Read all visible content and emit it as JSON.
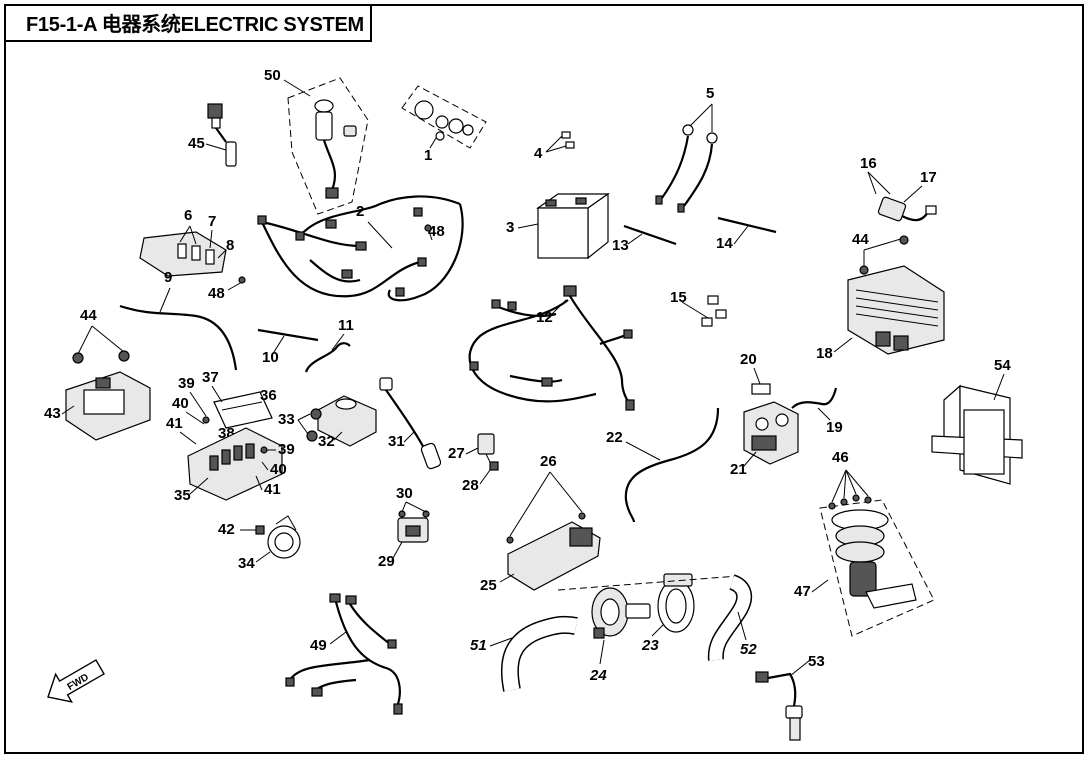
{
  "title": "F15-1-A 电器系统ELECTRIC SYSTEM",
  "callouts": {
    "c1": "1",
    "c2": "2",
    "c3": "3",
    "c4": "4",
    "c5": "5",
    "c6": "6",
    "c7": "7",
    "c8": "8",
    "c9": "9",
    "c10": "10",
    "c11": "11",
    "c12": "12",
    "c13": "13",
    "c14": "14",
    "c15": "15",
    "c16": "16",
    "c17": "17",
    "c18": "18",
    "c19": "19",
    "c20": "20",
    "c21": "21",
    "c22": "22",
    "c23": "23",
    "c24": "24",
    "c25": "25",
    "c26": "26",
    "c27": "27",
    "c28": "28",
    "c29": "29",
    "c30": "30",
    "c31": "31",
    "c32": "32",
    "c33": "33",
    "c34": "34",
    "c35": "35",
    "c36": "36",
    "c37": "37",
    "c38": "38",
    "c39a": "39",
    "c39b": "39",
    "c40a": "40",
    "c40b": "40",
    "c41a": "41",
    "c41b": "41",
    "c42": "42",
    "c43": "43",
    "c44a": "44",
    "c44b": "44",
    "c45": "45",
    "c46": "46",
    "c47": "47",
    "c48a": "48",
    "c48b": "48",
    "c49": "49",
    "c50": "50",
    "c51": "51",
    "c52": "52",
    "c53": "53",
    "c54": "54"
  },
  "fwd_label": "FWD"
}
